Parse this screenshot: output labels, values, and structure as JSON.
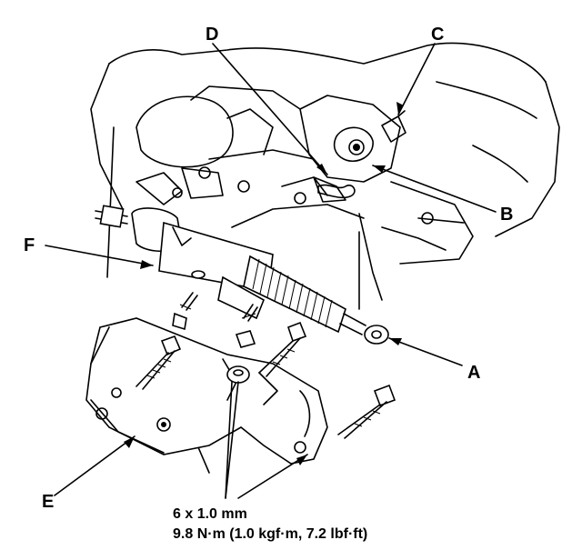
{
  "callouts": {
    "a": "A",
    "b": "B",
    "c": "C",
    "d": "D",
    "e": "E",
    "f": "F"
  },
  "spec": {
    "bolt_size": "6 x 1.0 mm",
    "torque": "9.8 N·m (1.0 kgf·m, 7.2 lbf·ft)"
  },
  "colors": {
    "ink": "#000000",
    "paper": "#ffffff"
  }
}
